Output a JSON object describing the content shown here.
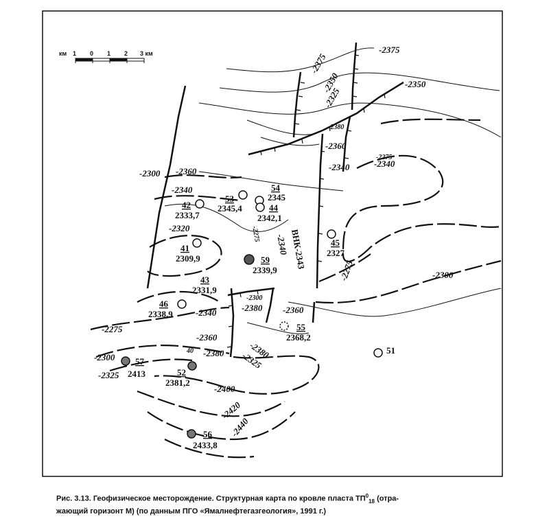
{
  "scale_bar": {
    "unit_left": "км",
    "ticks": [
      "1",
      "0",
      "1",
      "2",
      "3 км"
    ]
  },
  "contours": {
    "c2375a": "-2375",
    "c2375b": "-2375",
    "c2350a": "-2350",
    "c2350b": "-2350",
    "c2325a": "-2325",
    "c2380a": "-2380",
    "c2360a": "-2360",
    "c2340a": "-2340",
    "c2275a": "-2275",
    "c2340b": "-2340",
    "c2300a": "-2300",
    "c2360b": "-2360",
    "c2340c": "-2340",
    "c2320": "-2320",
    "c2275b": "-2275",
    "c2340d": "-2340",
    "vnk": "ВНК-2343",
    "c2275c": "-2275",
    "c2300b": "-2300",
    "c2300c": "-2300",
    "c2380b": "-2380",
    "c2360c": "-2360",
    "c2340e": "-2340",
    "c2275d": "-2275",
    "c2360d": "-2360",
    "c2380c": "-2380",
    "c2325b": "-2325",
    "c2380d": "-2380",
    "c2300d": "-2300",
    "c2325c": "-2325",
    "c2400": "-2400",
    "c2420": "-2420",
    "c2440": "-2440",
    "c40": "40"
  },
  "wells": [
    {
      "id": "53",
      "value": "2345,4"
    },
    {
      "id": "54",
      "value": "2345"
    },
    {
      "id": "44",
      "value": "2342,1"
    },
    {
      "id": "42",
      "value": "2333,7"
    },
    {
      "id": "41",
      "value": "2309,9"
    },
    {
      "id": "59",
      "value": "2339,9"
    },
    {
      "id": "43",
      "value": "2331,9"
    },
    {
      "id": "45",
      "value": "2327"
    },
    {
      "id": "46",
      "value": "2338,9"
    },
    {
      "id": "55",
      "value": "2368,2"
    },
    {
      "id": "51",
      "value": ""
    },
    {
      "id": "57",
      "value": "2413"
    },
    {
      "id": "52",
      "value": "2381,2"
    },
    {
      "id": "56",
      "value": "2433,8"
    }
  ],
  "caption": {
    "line1_a": "Рис. 3.13. Геофизическое месторождение. Структурная карта по кровле пласта  ТП",
    "sup": "0",
    "sub": "18",
    "line1_b": "  (отра-",
    "line2": "жающий горизонт М) (по данным ПГО «Ямалнефтегазгеология», 1991 г.)"
  }
}
